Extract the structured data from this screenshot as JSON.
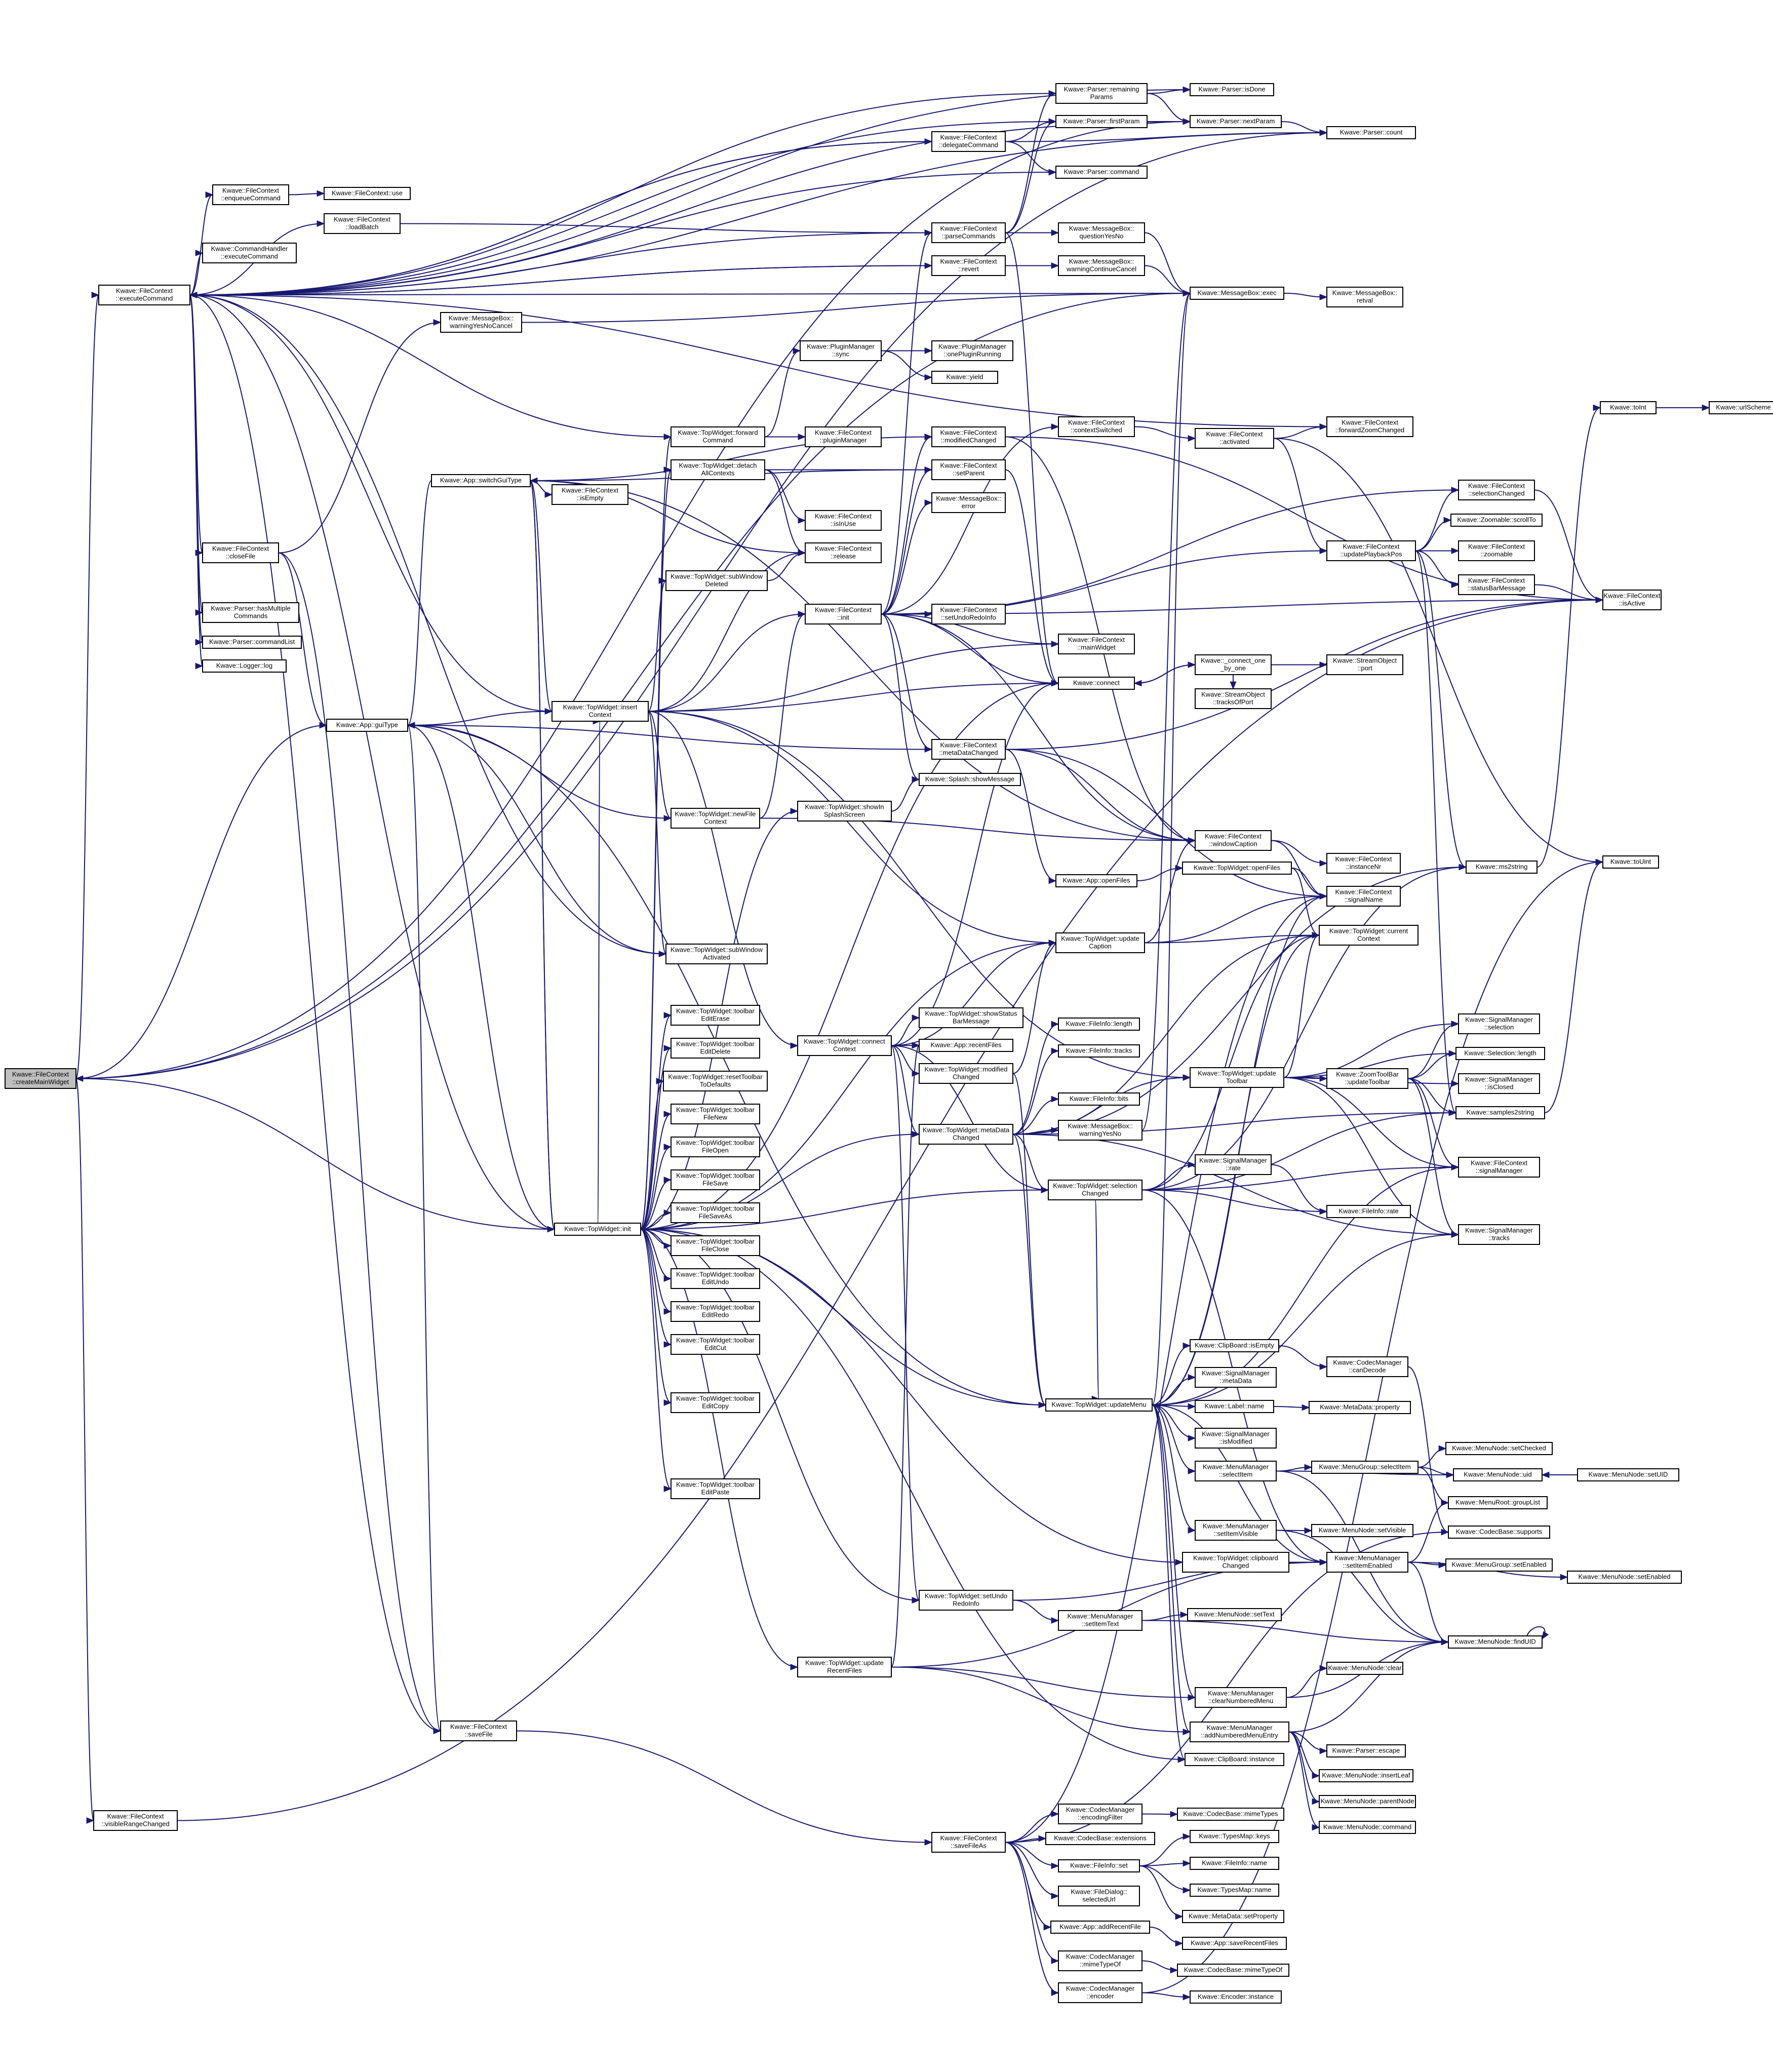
{
  "colors": {
    "edge": "#191970",
    "node_border": "#000000",
    "root_fill": "#bfbfbf",
    "background": "#ffffff"
  },
  "nodes": [
    {
      "id": "createMainWidget",
      "lines": [
        "Kwave::FileContext",
        "::createMainWidget"
      ],
      "root": true
    },
    {
      "id": "executeCommand",
      "lines": [
        "Kwave::FileContext",
        "::executeCommand"
      ]
    },
    {
      "id": "visibleRangeChanged",
      "lines": [
        "Kwave::FileContext",
        "::visibleRangeChanged"
      ]
    },
    {
      "id": "enqueueCommand",
      "lines": [
        "Kwave::FileContext",
        "::enqueueCommand"
      ]
    },
    {
      "id": "fcUse",
      "lines": [
        "Kwave::FileContext::use"
      ]
    },
    {
      "id": "loadBatch",
      "lines": [
        "Kwave::FileContext",
        "::loadBatch"
      ]
    },
    {
      "id": "chExecute",
      "lines": [
        "Kwave::CommandHandler",
        "::executeCommand"
      ]
    },
    {
      "id": "closeFile",
      "lines": [
        "Kwave::FileContext",
        "::closeFile"
      ]
    },
    {
      "id": "hasMultiple",
      "lines": [
        "Kwave::Parser::hasMultiple",
        "Commands"
      ]
    },
    {
      "id": "commandList",
      "lines": [
        "Kwave::Parser::commandList"
      ]
    },
    {
      "id": "loggerLog",
      "lines": [
        "Kwave::Logger::log"
      ]
    },
    {
      "id": "guiType",
      "lines": [
        "Kwave::App::guiType"
      ]
    },
    {
      "id": "warningYesNoCancel",
      "lines": [
        "Kwave::MessageBox::",
        "warningYesNoCancel"
      ]
    },
    {
      "id": "switchGuiType",
      "lines": [
        "Kwave::App::switchGuiType"
      ]
    },
    {
      "id": "fcIsEmpty",
      "lines": [
        "Kwave::FileContext",
        "::isEmpty"
      ]
    },
    {
      "id": "insertContext",
      "lines": [
        "Kwave::TopWidget::insert",
        "Context"
      ]
    },
    {
      "id": "saveFile",
      "lines": [
        "Kwave::FileContext",
        "::saveFile"
      ]
    },
    {
      "id": "twInit",
      "lines": [
        "Kwave::TopWidget::init"
      ]
    },
    {
      "id": "delegateCommand",
      "lines": [
        "Kwave::FileContext",
        "::delegateCommand"
      ]
    },
    {
      "id": "parseCommands",
      "lines": [
        "Kwave::FileContext",
        "::parseCommands"
      ]
    },
    {
      "id": "revert",
      "lines": [
        "Kwave::FileContext",
        "::revert"
      ]
    },
    {
      "id": "pmSync",
      "lines": [
        "Kwave::PluginManager",
        "::sync"
      ]
    },
    {
      "id": "onePluginRunning",
      "lines": [
        "Kwave::PluginManager",
        "::onePluginRunning"
      ]
    },
    {
      "id": "kwaveYield",
      "lines": [
        "Kwave::yield"
      ]
    },
    {
      "id": "forwardCommand",
      "lines": [
        "Kwave::TopWidget::forward",
        "Command"
      ]
    },
    {
      "id": "pluginManager",
      "lines": [
        "Kwave::FileContext",
        "::pluginManager"
      ]
    },
    {
      "id": "detachAll",
      "lines": [
        "Kwave::TopWidget::detach",
        "AllContexts"
      ]
    },
    {
      "id": "isInUse",
      "lines": [
        "Kwave::FileContext",
        "::isInUse"
      ]
    },
    {
      "id": "release",
      "lines": [
        "Kwave::FileContext",
        "::release"
      ]
    },
    {
      "id": "subWindowDeleted",
      "lines": [
        "Kwave::TopWidget::subWindow",
        "Deleted"
      ]
    },
    {
      "id": "fcInit",
      "lines": [
        "Kwave::FileContext",
        "::init"
      ]
    },
    {
      "id": "newFileContext",
      "lines": [
        "Kwave::TopWidget::newFile",
        "Context"
      ]
    },
    {
      "id": "showInSplash",
      "lines": [
        "Kwave::TopWidget::showIn",
        "SplashScreen"
      ]
    },
    {
      "id": "subWindowActivated",
      "lines": [
        "Kwave::TopWidget::subWindow",
        "Activated"
      ]
    },
    {
      "id": "tbEditErase",
      "lines": [
        "Kwave::TopWidget::toolbar",
        "EditErase"
      ]
    },
    {
      "id": "tbEditDelete",
      "lines": [
        "Kwave::TopWidget::toolbar",
        "EditDelete"
      ]
    },
    {
      "id": "resetToolbar",
      "lines": [
        "Kwave::TopWidget::resetToolbar",
        "ToDefaults"
      ]
    },
    {
      "id": "tbFileNew",
      "lines": [
        "Kwave::TopWidget::toolbar",
        "FileNew"
      ]
    },
    {
      "id": "tbFileOpen",
      "lines": [
        "Kwave::TopWidget::toolbar",
        "FileOpen"
      ]
    },
    {
      "id": "tbFileSave",
      "lines": [
        "Kwave::TopWidget::toolbar",
        "FileSave"
      ]
    },
    {
      "id": "tbFileSaveAs",
      "lines": [
        "Kwave::TopWidget::toolbar",
        "FileSaveAs"
      ]
    },
    {
      "id": "tbFileClose",
      "lines": [
        "Kwave::TopWidget::toolbar",
        "FileClose"
      ]
    },
    {
      "id": "tbEditUndo",
      "lines": [
        "Kwave::TopWidget::toolbar",
        "EditUndo"
      ]
    },
    {
      "id": "tbEditRedo",
      "lines": [
        "Kwave::TopWidget::toolbar",
        "EditRedo"
      ]
    },
    {
      "id": "tbEditCut",
      "lines": [
        "Kwave::TopWidget::toolbar",
        "EditCut"
      ]
    },
    {
      "id": "tbEditCopy",
      "lines": [
        "Kwave::TopWidget::toolbar",
        "EditCopy"
      ]
    },
    {
      "id": "tbEditPaste",
      "lines": [
        "Kwave::TopWidget::toolbar",
        "EditPaste"
      ]
    },
    {
      "id": "connectContext",
      "lines": [
        "Kwave::TopWidget::connect",
        "Context"
      ]
    },
    {
      "id": "updateRecentFiles",
      "lines": [
        "Kwave::TopWidget::update",
        "RecentFiles"
      ]
    },
    {
      "id": "remainingParams",
      "lines": [
        "Kwave::Parser::remaining",
        "Params"
      ]
    },
    {
      "id": "firstParam",
      "lines": [
        "Kwave::Parser::firstParam"
      ]
    },
    {
      "id": "parserCommand",
      "lines": [
        "Kwave::Parser::command"
      ]
    },
    {
      "id": "questionYesNo",
      "lines": [
        "Kwave::MessageBox::",
        "questionYesNo"
      ]
    },
    {
      "id": "warningContinueCancel",
      "lines": [
        "Kwave::MessageBox::",
        "warningContinueCancel"
      ]
    },
    {
      "id": "modifiedChanged",
      "lines": [
        "Kwave::FileContext",
        "::modifiedChanged"
      ]
    },
    {
      "id": "setParent",
      "lines": [
        "Kwave::FileContext",
        "::setParent"
      ]
    },
    {
      "id": "mbError",
      "lines": [
        "Kwave::MessageBox::",
        "error"
      ]
    },
    {
      "id": "contextSwitched",
      "lines": [
        "Kwave::FileContext",
        "::contextSwitched"
      ]
    },
    {
      "id": "setUndoRedoInfo",
      "lines": [
        "Kwave::FileContext",
        "::setUndoRedoInfo"
      ]
    },
    {
      "id": "mainWidget",
      "lines": [
        "Kwave::FileContext",
        "::mainWidget"
      ]
    },
    {
      "id": "kwConnect",
      "lines": [
        "Kwave::connect"
      ]
    },
    {
      "id": "metaDataChanged",
      "lines": [
        "Kwave::FileContext",
        "::metaDataChanged"
      ]
    },
    {
      "id": "splashShowMessage",
      "lines": [
        "Kwave::Splash::showMessage"
      ]
    },
    {
      "id": "appOpenFiles",
      "lines": [
        "Kwave::App::openFiles"
      ]
    },
    {
      "id": "updateCaption",
      "lines": [
        "Kwave::TopWidget::update",
        "Caption"
      ]
    },
    {
      "id": "showStatusBar",
      "lines": [
        "Kwave::TopWidget::showStatus",
        "BarMessage"
      ]
    },
    {
      "id": "recentFiles",
      "lines": [
        "Kwave::App::recentFiles"
      ]
    },
    {
      "id": "twModifiedChanged",
      "lines": [
        "Kwave::TopWidget::modified",
        "Changed"
      ]
    },
    {
      "id": "twMetaDataChanged",
      "lines": [
        "Kwave::TopWidget::metaData",
        "Changed"
      ]
    },
    {
      "id": "fiLength",
      "lines": [
        "Kwave::FileInfo::length"
      ]
    },
    {
      "id": "fiTracks",
      "lines": [
        "Kwave::FileInfo::tracks"
      ]
    },
    {
      "id": "fiBits",
      "lines": [
        "Kwave::FileInfo::bits"
      ]
    },
    {
      "id": "warningYesNo",
      "lines": [
        "Kwave::MessageBox::",
        "warningYesNo"
      ]
    },
    {
      "id": "selectionChanged",
      "lines": [
        "Kwave::TopWidget::selection",
        "Changed"
      ]
    },
    {
      "id": "updateMenu",
      "lines": [
        "Kwave::TopWidget::updateMenu"
      ]
    },
    {
      "id": "setUndoRedo",
      "lines": [
        "Kwave::TopWidget::setUndo",
        "RedoInfo"
      ]
    },
    {
      "id": "setItemText",
      "lines": [
        "Kwave::MenuManager",
        "::setItemText"
      ]
    },
    {
      "id": "saveFileAs",
      "lines": [
        "Kwave::FileContext",
        "::saveFileAs"
      ]
    },
    {
      "id": "encodingFilter",
      "lines": [
        "Kwave::CodecManager",
        "::encodingFilter"
      ]
    },
    {
      "id": "cbExtensions",
      "lines": [
        "Kwave::CodecBase::extensions"
      ]
    },
    {
      "id": "fiSet",
      "lines": [
        "Kwave::FileInfo::set"
      ]
    },
    {
      "id": "selectedUrl",
      "lines": [
        "Kwave::FileDialog::",
        "selectedUrl"
      ]
    },
    {
      "id": "addRecentFile",
      "lines": [
        "Kwave::App::addRecentFile"
      ]
    },
    {
      "id": "mimeTypeOf",
      "lines": [
        "Kwave::CodecManager",
        "::mimeTypeOf"
      ]
    },
    {
      "id": "cmEncoder",
      "lines": [
        "Kwave::CodecManager",
        "::encoder"
      ]
    },
    {
      "id": "isDone",
      "lines": [
        "Kwave::Parser::isDone"
      ]
    },
    {
      "id": "nextParam",
      "lines": [
        "Kwave::Parser::nextParam"
      ]
    },
    {
      "id": "mbExec",
      "lines": [
        "Kwave::MessageBox::exec"
      ]
    },
    {
      "id": "activated",
      "lines": [
        "Kwave::FileContext",
        "::activated"
      ]
    },
    {
      "id": "updatePlaybackPos",
      "lines": [
        "Kwave::FileContext",
        "::updatePlaybackPos"
      ]
    },
    {
      "id": "connectOneByOne",
      "lines": [
        "Kwave::_connect_one",
        "_by_one"
      ]
    },
    {
      "id": "tracksOfPort",
      "lines": [
        "Kwave::StreamObject",
        "::tracksOfPort"
      ]
    },
    {
      "id": "windowCaption",
      "lines": [
        "Kwave::FileContext",
        "::windowCaption"
      ]
    },
    {
      "id": "twOpenFiles",
      "lines": [
        "Kwave::TopWidget::openFiles"
      ]
    },
    {
      "id": "updateToolbar",
      "lines": [
        "Kwave::TopWidget::update",
        "Toolbar"
      ]
    },
    {
      "id": "smRate",
      "lines": [
        "Kwave::SignalManager",
        "::rate"
      ]
    },
    {
      "id": "cbIsEmpty",
      "lines": [
        "Kwave::ClipBoard::isEmpty"
      ]
    },
    {
      "id": "smMetaData",
      "lines": [
        "Kwave::SignalManager",
        "::metaData"
      ]
    },
    {
      "id": "labelName",
      "lines": [
        "Kwave::Label::name"
      ]
    },
    {
      "id": "smIsModified",
      "lines": [
        "Kwave::SignalManager",
        "::isModified"
      ]
    },
    {
      "id": "mmSelectItem",
      "lines": [
        "Kwave::MenuManager",
        "::selectItem"
      ]
    },
    {
      "id": "mmSetItemVisible",
      "lines": [
        "Kwave::MenuManager",
        "::setItemVisible"
      ]
    },
    {
      "id": "clipboardChanged",
      "lines": [
        "Kwave::TopWidget::clipboard",
        "Changed"
      ]
    },
    {
      "id": "clearNumbered",
      "lines": [
        "Kwave::MenuManager",
        "::clearNumberedMenu"
      ]
    },
    {
      "id": "addNumbered",
      "lines": [
        "Kwave::MenuManager",
        "::addNumberedMenuEntry"
      ]
    },
    {
      "id": "cbInstance",
      "lines": [
        "Kwave::ClipBoard::instance"
      ]
    },
    {
      "id": "cbMimeTypes",
      "lines": [
        "Kwave::CodecBase::mimeTypes"
      ]
    },
    {
      "id": "tmKeys",
      "lines": [
        "Kwave::TypesMap::keys"
      ]
    },
    {
      "id": "fiName",
      "lines": [
        "Kwave::FileInfo::name"
      ]
    },
    {
      "id": "tmName",
      "lines": [
        "Kwave::TypesMap::name"
      ]
    },
    {
      "id": "mdSetProperty",
      "lines": [
        "Kwave::MetaData::setProperty"
      ]
    },
    {
      "id": "saveRecentFiles",
      "lines": [
        "Kwave::App::saveRecentFiles"
      ]
    },
    {
      "id": "cbMimeTypeOf",
      "lines": [
        "Kwave::CodecBase::mimeTypeOf"
      ]
    },
    {
      "id": "encoderInstance",
      "lines": [
        "Kwave::Encoder::instance"
      ]
    },
    {
      "id": "parserCount",
      "lines": [
        "Kwave::Parser::count"
      ]
    },
    {
      "id": "retval",
      "lines": [
        "Kwave::MessageBox::",
        "retval"
      ]
    },
    {
      "id": "forwardZoom",
      "lines": [
        "Kwave::FileContext",
        "::forwardZoomChanged"
      ]
    },
    {
      "id": "soPort",
      "lines": [
        "Kwave::StreamObject",
        "::port"
      ]
    },
    {
      "id": "instanceNr",
      "lines": [
        "Kwave::FileContext",
        "::instanceNr"
      ]
    },
    {
      "id": "signalName",
      "lines": [
        "Kwave::FileContext",
        "::signalName"
      ]
    },
    {
      "id": "currentContext",
      "lines": [
        "Kwave::TopWidget::current",
        "Context"
      ]
    },
    {
      "id": "zoomUpdate",
      "lines": [
        "Kwave::ZoomToolBar",
        "::updateToolbar"
      ]
    },
    {
      "id": "fiRate",
      "lines": [
        "Kwave::FileInfo::rate"
      ]
    },
    {
      "id": "canDecode",
      "lines": [
        "Kwave::CodecManager",
        "::canDecode"
      ]
    },
    {
      "id": "mdProperty",
      "lines": [
        "Kwave::MetaData::property"
      ]
    },
    {
      "id": "mgSelectItem",
      "lines": [
        "Kwave::MenuGroup::selectItem"
      ]
    },
    {
      "id": "mnSetVisible",
      "lines": [
        "Kwave::MenuNode::setVisible"
      ]
    },
    {
      "id": "mmSetItemEnabled",
      "lines": [
        "Kwave::MenuManager",
        "::setItemEnabled"
      ]
    },
    {
      "id": "mnSetText",
      "lines": [
        "Kwave::MenuNode::setText"
      ]
    },
    {
      "id": "mnClear",
      "lines": [
        "Kwave::MenuNode::clear"
      ]
    },
    {
      "id": "parserEscape",
      "lines": [
        "Kwave::Parser::escape"
      ]
    },
    {
      "id": "insertLeaf",
      "lines": [
        "Kwave::MenuNode::insertLeaf"
      ]
    },
    {
      "id": "parentNode",
      "lines": [
        "Kwave::MenuNode::parentNode"
      ]
    },
    {
      "id": "mnCommand",
      "lines": [
        "Kwave::MenuNode::command"
      ]
    },
    {
      "id": "toInt",
      "lines": [
        "Kwave::toInt"
      ]
    },
    {
      "id": "urlScheme",
      "lines": [
        "Kwave::urlScheme"
      ]
    },
    {
      "id": "selectionChangedFC",
      "lines": [
        "Kwave::FileContext",
        "::selectionChanged"
      ]
    },
    {
      "id": "scrollTo",
      "lines": [
        "Kwave::Zoomable::scrollTo"
      ]
    },
    {
      "id": "fcZoomable",
      "lines": [
        "Kwave::FileContext",
        "::zoomable"
      ]
    },
    {
      "id": "statusBarMessage",
      "lines": [
        "Kwave::FileContext",
        "::statusBarMessage"
      ]
    },
    {
      "id": "fcIsActive",
      "lines": [
        "Kwave::FileContext",
        "::isActive"
      ]
    },
    {
      "id": "ms2string",
      "lines": [
        "Kwave::ms2string"
      ]
    },
    {
      "id": "toUint",
      "lines": [
        "Kwave::toUint"
      ]
    },
    {
      "id": "smSelection",
      "lines": [
        "Kwave::SignalManager",
        "::selection"
      ]
    },
    {
      "id": "selLength",
      "lines": [
        "Kwave::Selection::length"
      ]
    },
    {
      "id": "smIsClosed",
      "lines": [
        "Kwave::SignalManager",
        "::isClosed"
      ]
    },
    {
      "id": "samples2string",
      "lines": [
        "Kwave::samples2string"
      ]
    },
    {
      "id": "fcSignalManager",
      "lines": [
        "Kwave::FileContext",
        "::signalManager"
      ]
    },
    {
      "id": "smTracks",
      "lines": [
        "Kwave::SignalManager",
        "::tracks"
      ]
    },
    {
      "id": "mgSetChecked",
      "lines": [
        "Kwave::MenuNode::setChecked"
      ]
    },
    {
      "id": "mnUid",
      "lines": [
        "Kwave::MenuNode::uid"
      ]
    },
    {
      "id": "mnSetUid",
      "lines": [
        "Kwave::MenuNode::setUID"
      ]
    },
    {
      "id": "mrGroupList",
      "lines": [
        "Kwave::MenuRoot::groupList"
      ]
    },
    {
      "id": "cbSupports",
      "lines": [
        "Kwave::CodecBase::supports"
      ]
    },
    {
      "id": "mgSetEnabled",
      "lines": [
        "Kwave::MenuGroup::setEnabled"
      ]
    },
    {
      "id": "mnSetEnabled",
      "lines": [
        "Kwave::MenuNode::setEnabled"
      ]
    },
    {
      "id": "findUid",
      "lines": [
        "Kwave::MenuNode::findUID"
      ]
    }
  ]
}
